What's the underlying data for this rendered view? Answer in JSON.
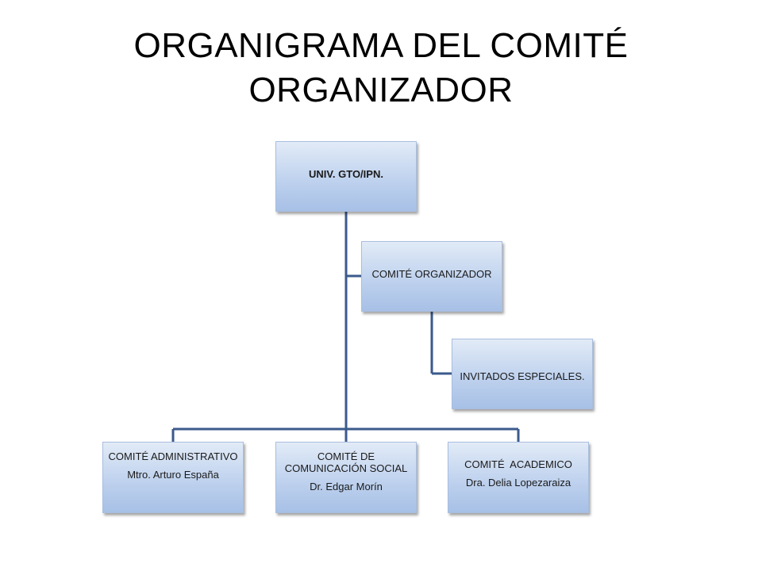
{
  "title": {
    "line1": "ORGANIGRAMA DEL COMITÉ",
    "line2": "ORGANIZADOR"
  },
  "nodes": {
    "root": {
      "label": "UNIV. GTO/IPN."
    },
    "organizador": {
      "label": "COMITÉ ORGANIZADOR"
    },
    "invitados": {
      "label": "INVITADOS ESPECIALES."
    },
    "administrativo": {
      "label": "COMITÉ ADMINISTRATIVO",
      "person": "Mtro. Arturo España"
    },
    "comunicacion": {
      "label": "COMITÉ DE COMUNICACIÓN SOCIAL",
      "person": "Dr. Edgar Morín"
    },
    "academico": {
      "label": "COMITÉ  ACADEMICO",
      "person": "Dra. Delia Lopezaraiza"
    }
  },
  "colors": {
    "connector": "#3b5a8c",
    "box_top": "#e2ebf7",
    "box_bottom": "#a7c0e6"
  }
}
